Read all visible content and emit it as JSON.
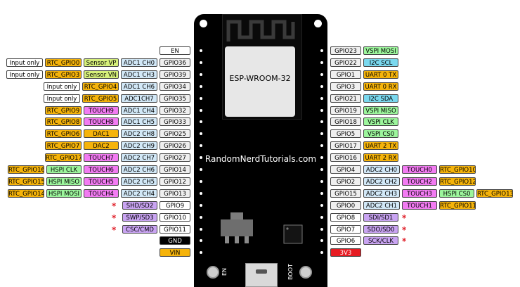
{
  "board": {
    "module_name": "ESP-WROOM-32",
    "website": "RandomNerdTutorials.com",
    "en_button": "EN",
    "boot_button": "BOOT"
  },
  "colors": {
    "white": "#ffffff",
    "orange": "#f5b30a",
    "yellow_green": "#d6f07a",
    "lightblue": "#d2e8f7",
    "pink": "#f27bf2",
    "green": "#9cf59c",
    "cyan": "#7ad8ee",
    "red": "#e61b22",
    "black": "#000000",
    "gpio_gray": "#efefef",
    "purple": "#c9a4f2"
  },
  "left_rows": [
    {
      "labels": [
        {
          "t": "EN",
          "c": "white"
        }
      ],
      "star": false
    },
    {
      "labels": [
        {
          "t": "Input only",
          "c": "white"
        },
        {
          "t": "RTC_GPIO0",
          "c": "orange"
        },
        {
          "t": "Sensor VP",
          "c": "yellow_green"
        },
        {
          "t": "ADC1 CH0",
          "c": "lightblue"
        },
        {
          "t": "GPIO36",
          "c": "gpio_gray"
        }
      ],
      "star": false
    },
    {
      "labels": [
        {
          "t": "Input only",
          "c": "white"
        },
        {
          "t": "RTC_GPIO3",
          "c": "orange"
        },
        {
          "t": "Sensor VN",
          "c": "yellow_green"
        },
        {
          "t": "ADC1 CH3",
          "c": "lightblue"
        },
        {
          "t": "GPIO39",
          "c": "gpio_gray"
        }
      ],
      "star": false
    },
    {
      "labels": [
        {
          "t": "Input only",
          "c": "white"
        },
        {
          "t": "RTC_GPIO4",
          "c": "orange"
        },
        {
          "t": "ADC1 CH6",
          "c": "lightblue"
        },
        {
          "t": "GPIO34",
          "c": "gpio_gray"
        }
      ],
      "star": false
    },
    {
      "labels": [
        {
          "t": "Input only",
          "c": "white"
        },
        {
          "t": "RTC_GPIO5",
          "c": "orange"
        },
        {
          "t": "ADC1CH7",
          "c": "lightblue"
        },
        {
          "t": "GPIO35",
          "c": "gpio_gray"
        }
      ],
      "star": false
    },
    {
      "labels": [
        {
          "t": "RTC_GPIO9",
          "c": "orange"
        },
        {
          "t": "TOUCH9",
          "c": "pink"
        },
        {
          "t": "ADC1 CH4",
          "c": "lightblue"
        },
        {
          "t": "GPIO32",
          "c": "gpio_gray"
        }
      ],
      "star": false
    },
    {
      "labels": [
        {
          "t": "RTC_GPIO8",
          "c": "orange"
        },
        {
          "t": "TOUCH8",
          "c": "pink"
        },
        {
          "t": "ADC1 CH5",
          "c": "lightblue"
        },
        {
          "t": "GPIO33",
          "c": "gpio_gray"
        }
      ],
      "star": false
    },
    {
      "labels": [
        {
          "t": "RTC_GPIO6",
          "c": "orange"
        },
        {
          "t": "DAC1",
          "c": "orange"
        },
        {
          "t": "ADC2 CH8",
          "c": "lightblue"
        },
        {
          "t": "GPIO25",
          "c": "gpio_gray"
        }
      ],
      "star": false
    },
    {
      "labels": [
        {
          "t": "RTC_GPIO7",
          "c": "orange"
        },
        {
          "t": "DAC2",
          "c": "orange"
        },
        {
          "t": "ADC2 CH9",
          "c": "lightblue"
        },
        {
          "t": "GPIO26",
          "c": "gpio_gray"
        }
      ],
      "star": false
    },
    {
      "labels": [
        {
          "t": "RTC_GPIO17",
          "c": "orange"
        },
        {
          "t": "TOUCH7",
          "c": "pink"
        },
        {
          "t": "ADC2 CH7",
          "c": "lightblue"
        },
        {
          "t": "GPIO27",
          "c": "gpio_gray"
        }
      ],
      "star": false
    },
    {
      "labels": [
        {
          "t": "RTC_GPIO16",
          "c": "orange"
        },
        {
          "t": "HSPI CLK",
          "c": "green"
        },
        {
          "t": "TOUCH6",
          "c": "pink"
        },
        {
          "t": "ADC2 CH6",
          "c": "lightblue"
        },
        {
          "t": "GPIO14",
          "c": "gpio_gray"
        }
      ],
      "star": false
    },
    {
      "labels": [
        {
          "t": "RTC_GPIO15",
          "c": "orange"
        },
        {
          "t": "HSPI MISO",
          "c": "green"
        },
        {
          "t": "TOUCH5",
          "c": "pink"
        },
        {
          "t": "ADC2 CH5",
          "c": "lightblue"
        },
        {
          "t": "GPIO12",
          "c": "gpio_gray"
        }
      ],
      "star": false
    },
    {
      "labels": [
        {
          "t": "RTC_GPIO14",
          "c": "orange"
        },
        {
          "t": "HSPI MOSI",
          "c": "green"
        },
        {
          "t": "TOUCH4",
          "c": "pink"
        },
        {
          "t": "ADC2 CH4",
          "c": "lightblue"
        },
        {
          "t": "GPIO13",
          "c": "gpio_gray"
        }
      ],
      "star": false
    },
    {
      "labels": [
        {
          "t": "SHD/SD2",
          "c": "purple"
        },
        {
          "t": "GPIO9",
          "c": "white"
        }
      ],
      "star": true
    },
    {
      "labels": [
        {
          "t": "SWP/SD3",
          "c": "purple"
        },
        {
          "t": "GPIO10",
          "c": "white"
        }
      ],
      "star": true
    },
    {
      "labels": [
        {
          "t": "CSC/CMD",
          "c": "purple"
        },
        {
          "t": "GPIO11",
          "c": "white"
        }
      ],
      "star": true
    },
    {
      "labels": [
        {
          "t": "GND",
          "c": "black"
        }
      ],
      "star": false
    },
    {
      "labels": [
        {
          "t": "VIN",
          "c": "orange"
        }
      ],
      "star": false
    }
  ],
  "right_rows": [
    {
      "labels": [
        {
          "t": "GPIO23",
          "c": "gpio_gray"
        },
        {
          "t": "VSPI MOSI",
          "c": "green"
        }
      ],
      "star": false
    },
    {
      "labels": [
        {
          "t": "GPIO22",
          "c": "gpio_gray"
        },
        {
          "t": "I2C SCL",
          "c": "cyan"
        }
      ],
      "star": false
    },
    {
      "labels": [
        {
          "t": "GPIO1",
          "c": "gpio_gray"
        },
        {
          "t": "UART 0 TX",
          "c": "orange"
        }
      ],
      "star": false
    },
    {
      "labels": [
        {
          "t": "GPIO3",
          "c": "gpio_gray"
        },
        {
          "t": "UART 0 RX",
          "c": "orange"
        }
      ],
      "star": false
    },
    {
      "labels": [
        {
          "t": "GPIO21",
          "c": "gpio_gray"
        },
        {
          "t": "I2C SDA",
          "c": "cyan"
        }
      ],
      "star": false
    },
    {
      "labels": [
        {
          "t": "GPIO19",
          "c": "gpio_gray"
        },
        {
          "t": "VSPI MISO",
          "c": "green"
        }
      ],
      "star": false
    },
    {
      "labels": [
        {
          "t": "GPIO18",
          "c": "gpio_gray"
        },
        {
          "t": "VSPI CLK",
          "c": "green"
        }
      ],
      "star": false
    },
    {
      "labels": [
        {
          "t": "GPIO5",
          "c": "gpio_gray"
        },
        {
          "t": "VSPI CS0",
          "c": "green"
        }
      ],
      "star": false
    },
    {
      "labels": [
        {
          "t": "GPIO17",
          "c": "gpio_gray"
        },
        {
          "t": "UART 2 TX",
          "c": "orange"
        }
      ],
      "star": false
    },
    {
      "labels": [
        {
          "t": "GPIO16",
          "c": "gpio_gray"
        },
        {
          "t": "UART 2 RX",
          "c": "orange"
        }
      ],
      "star": false
    },
    {
      "labels": [
        {
          "t": "GPIO4",
          "c": "gpio_gray"
        },
        {
          "t": "ADC2 CH0",
          "c": "lightblue"
        },
        {
          "t": "TOUCH0",
          "c": "pink"
        },
        {
          "t": "RTC_GPIO10",
          "c": "orange"
        }
      ],
      "star": false
    },
    {
      "labels": [
        {
          "t": "GPIO2",
          "c": "gpio_gray"
        },
        {
          "t": "ADC2 CH2",
          "c": "lightblue"
        },
        {
          "t": "TOUCH2",
          "c": "pink"
        },
        {
          "t": "RTC_GPIO12",
          "c": "orange"
        }
      ],
      "star": false
    },
    {
      "labels": [
        {
          "t": "GPIO15",
          "c": "gpio_gray"
        },
        {
          "t": "ADC2 CH3",
          "c": "lightblue"
        },
        {
          "t": "TOUCH3",
          "c": "pink"
        },
        {
          "t": "HSPI CS0",
          "c": "green"
        },
        {
          "t": "RTC_GPIO13",
          "c": "orange"
        }
      ],
      "star": false
    },
    {
      "labels": [
        {
          "t": "GPIO0",
          "c": "gpio_gray"
        },
        {
          "t": "ADC2 CH1",
          "c": "lightblue"
        },
        {
          "t": "TOUCH1",
          "c": "pink"
        },
        {
          "t": "RTC_GPIO11",
          "c": "orange"
        }
      ],
      "star": false
    },
    {
      "labels": [
        {
          "t": "GPIO8",
          "c": "white"
        },
        {
          "t": "SDI/SD1",
          "c": "purple"
        }
      ],
      "star": true
    },
    {
      "labels": [
        {
          "t": "GPIO7",
          "c": "white"
        },
        {
          "t": "SDO/SD0",
          "c": "purple"
        }
      ],
      "star": true
    },
    {
      "labels": [
        {
          "t": "GPIO6",
          "c": "white"
        },
        {
          "t": "SCK/CLK",
          "c": "purple"
        }
      ],
      "star": true
    },
    {
      "labels": [
        {
          "t": "3V3",
          "c": "red"
        }
      ],
      "star": false
    }
  ]
}
